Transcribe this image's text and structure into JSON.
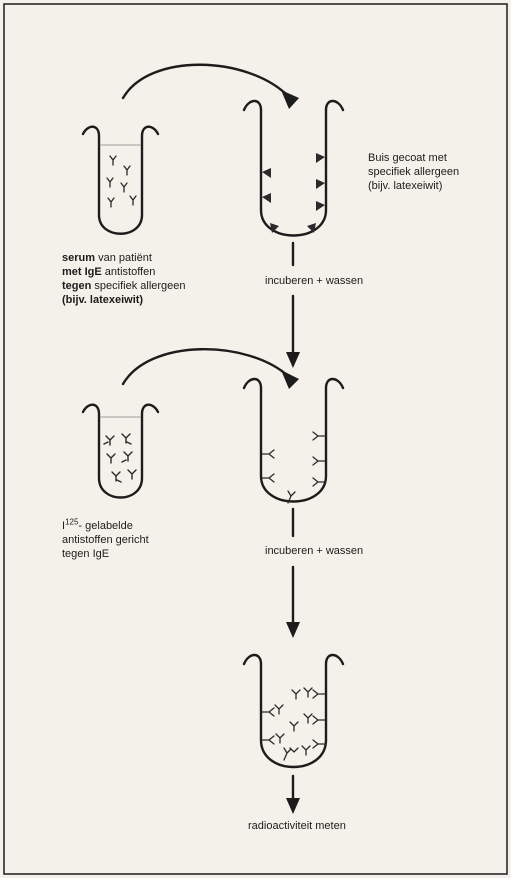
{
  "labels": {
    "serum": {
      "line1_bold": "serum",
      "line1_rest": " van patiënt",
      "line2_bold": "met IgE",
      "line2_rest": " antistoffen",
      "line3_bold": "tegen",
      "line3_rest": " specifiek allergeen",
      "line4": "(bijv. latexeiwit)"
    },
    "coated_tube": {
      "line1": "Buis gecoat met",
      "line2": "specifiek allergeen",
      "line3": "(bijv. latexeiwit)"
    },
    "step1": "incuberen + wassen",
    "labelled": {
      "prefix": "I",
      "superscript": "125",
      "line1_rest": "- gelabelde",
      "line2": "antistoffen gericht",
      "line3": "tegen IgE"
    },
    "step2": "incuberen + wassen",
    "final": "radioactiviteit meten"
  },
  "colors": {
    "background": "#f4f1ea",
    "ink": "#1c1c1c",
    "liquid_line": "#9a9a9a"
  }
}
